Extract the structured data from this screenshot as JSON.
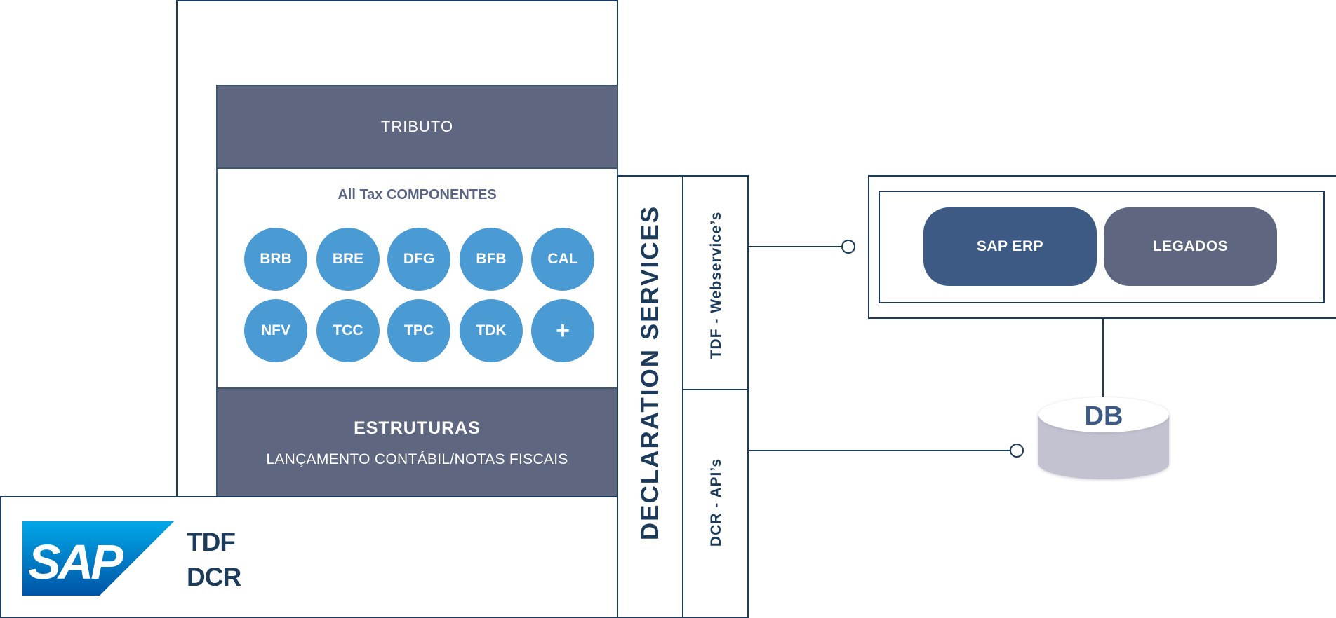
{
  "tributo": {
    "header_label": "TRIBUTO",
    "components_title": "All Tax COMPONENTES",
    "components": [
      "BRB",
      "BRE",
      "DFG",
      "BFB",
      "CAL",
      "NFV",
      "TCC",
      "TPC",
      "TDK",
      "+"
    ],
    "estruturas_title": "ESTRUTURAS",
    "estruturas_subtitle": "LANÇAMENTO CONTÁBIL/NOTAS FISCAIS"
  },
  "product": {
    "logo_text": "SAP",
    "line1": "TDF",
    "line2": "DCR"
  },
  "declaration": {
    "title": "DECLARATION SERVICES",
    "webservices_label": "TDF - Webservice’s",
    "apis_label": "DCR - API’s"
  },
  "systems": {
    "sap_erp_label": "SAP ERP",
    "legados_label": "LEGADOS"
  },
  "database": {
    "label": "DB"
  },
  "colors": {
    "navy": "#1c3a5a",
    "band": "#5f6680",
    "component_blue": "#4a9ad4",
    "sap_erp": "#3d5a85",
    "legados": "#5f6680",
    "db_body": "#c2c2d0"
  }
}
